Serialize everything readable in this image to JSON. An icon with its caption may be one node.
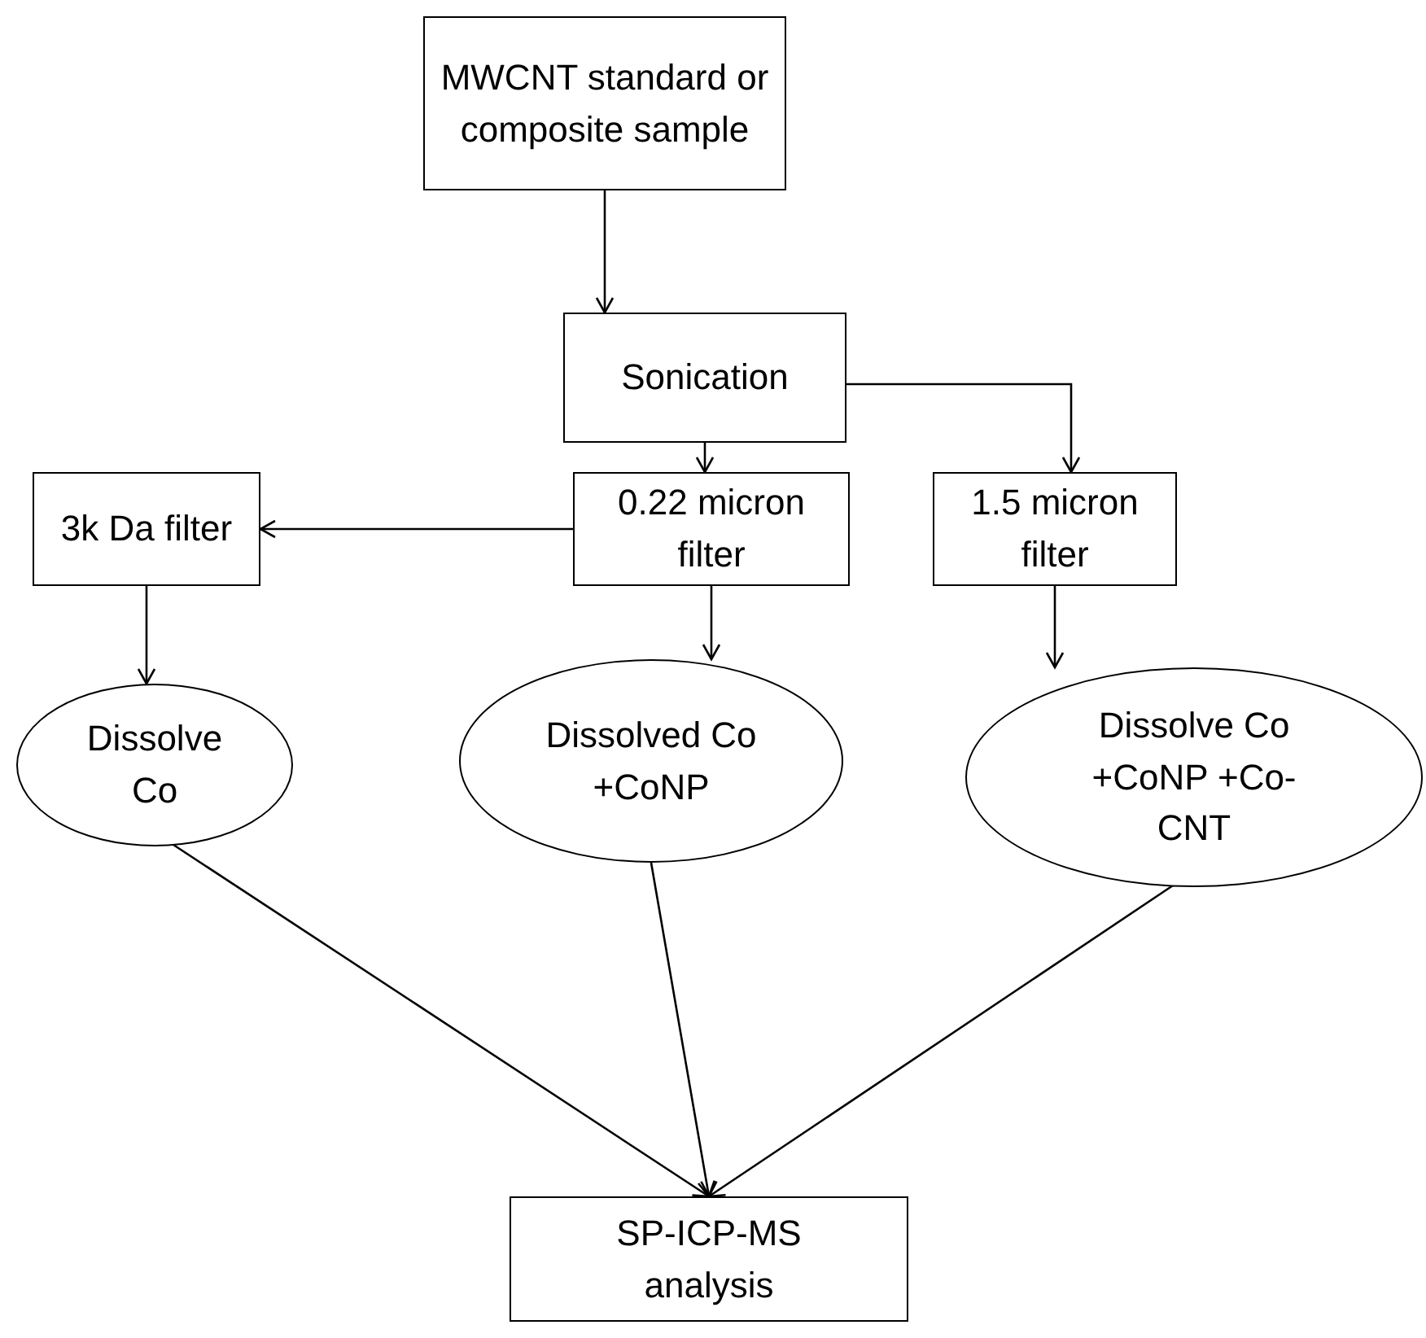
{
  "diagram": {
    "nodes": [
      {
        "text": [
          "MWCNT standard or composite sample"
        ]
      },
      {
        "text": [
          "Sonication"
        ]
      },
      {
        "text": [
          "3k Da filter"
        ]
      },
      {
        "text": [
          "0.22 micron filter"
        ]
      },
      {
        "text": [
          "1.5 micron filter"
        ]
      },
      {
        "text": [
          "Dissolve Co"
        ]
      },
      {
        "text": [
          "Dissolved Co +CoNP"
        ]
      },
      {
        "text": [
          "Dissolve Co +CoNP +Co-CNT"
        ]
      },
      {
        "text": [
          "SP-ICP-MS analysis"
        ]
      }
    ],
    "edges": [
      {
        "from": 0,
        "to": 1,
        "arrow": "to"
      },
      {
        "from": 1,
        "to": 3,
        "arrow": "to"
      },
      {
        "from": 1,
        "to": 4,
        "arrow": "to"
      },
      {
        "from": 3,
        "to": 2,
        "arrow": "to"
      },
      {
        "from": 2,
        "to": 5,
        "arrow": "to"
      },
      {
        "from": 3,
        "to": 6,
        "arrow": "to"
      },
      {
        "from": 4,
        "to": 7,
        "arrow": "to"
      },
      {
        "from": 5,
        "to": 8,
        "arrow": "to"
      },
      {
        "from": 6,
        "to": 8,
        "arrow": "to"
      },
      {
        "from": 7,
        "to": 8,
        "arrow": "to"
      }
    ]
  }
}
